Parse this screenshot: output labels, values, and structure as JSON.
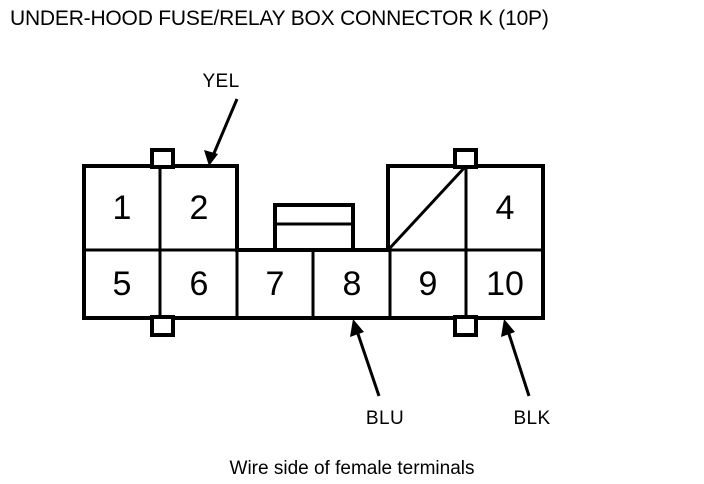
{
  "header": {
    "title": "UNDER-HOOD FUSE/RELAY BOX CONNECTOR K (10P)"
  },
  "footer": {
    "caption": "Wire side of female terminals"
  },
  "connector": {
    "name": "K",
    "cavity_count": "10P",
    "top_row": [
      {
        "number": "1",
        "blank": false
      },
      {
        "number": "2",
        "blank": false
      },
      {
        "number": "",
        "blank": true
      },
      {
        "number": "4",
        "blank": false
      }
    ],
    "bottom_row": [
      {
        "number": "5",
        "blank": false
      },
      {
        "number": "6",
        "blank": false
      },
      {
        "number": "7",
        "blank": false
      },
      {
        "number": "8",
        "blank": false
      },
      {
        "number": "9",
        "blank": false
      },
      {
        "number": "10",
        "blank": false
      }
    ]
  },
  "wire_labels": [
    {
      "id": "yel",
      "text": "YEL",
      "points_to": "2"
    },
    {
      "id": "blu",
      "text": "BLU",
      "points_to": "8"
    },
    {
      "id": "blk",
      "text": "BLK",
      "points_to": "10"
    }
  ],
  "colors": {
    "ink": "#000000",
    "background": "#ffffff"
  }
}
